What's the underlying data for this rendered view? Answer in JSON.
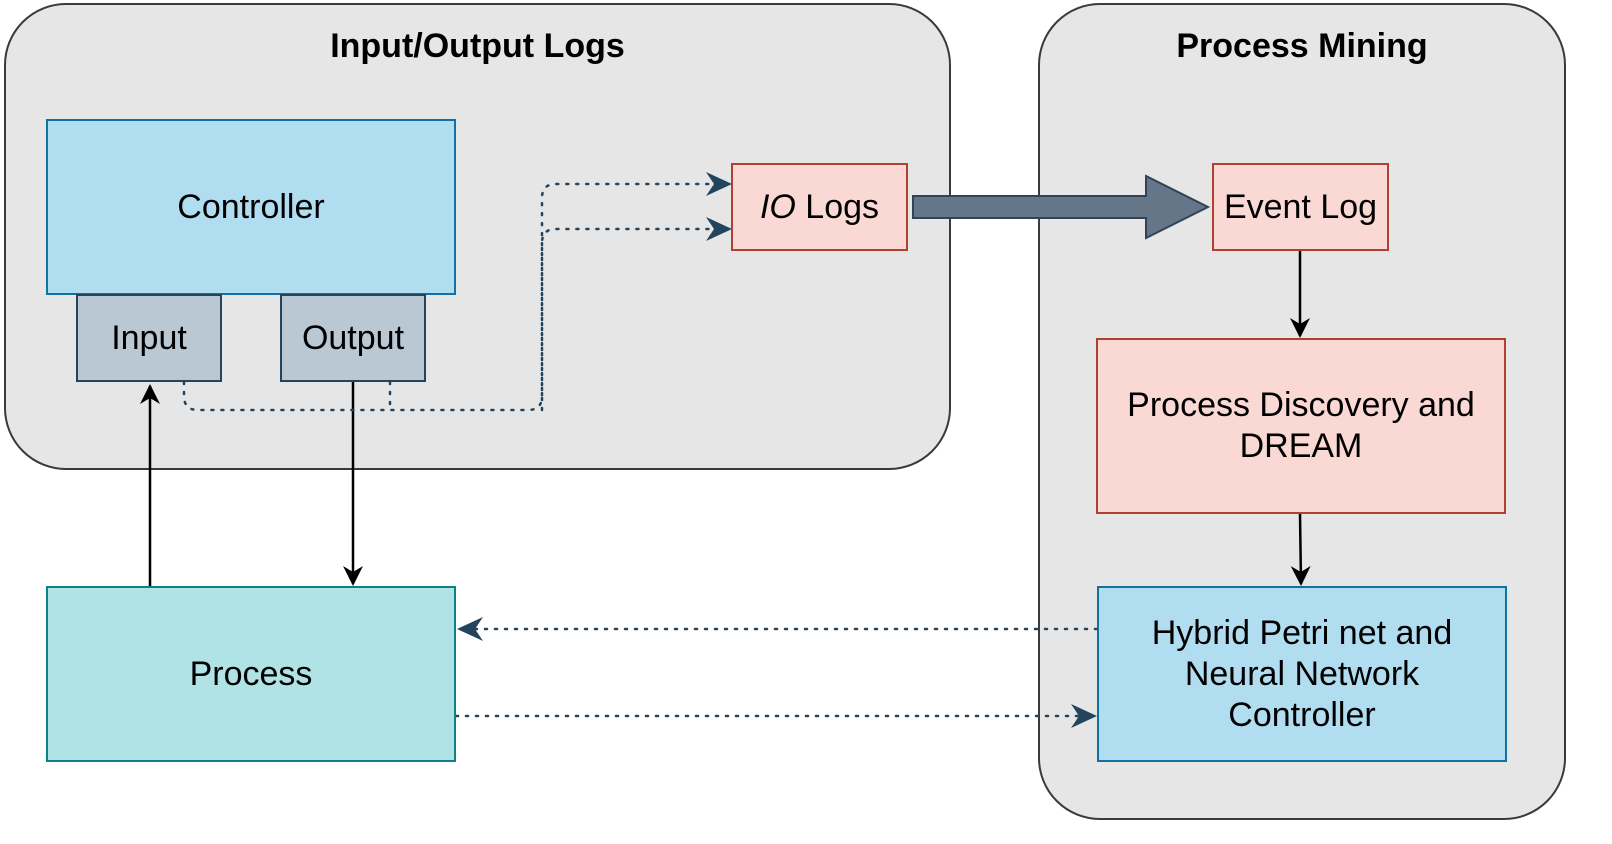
{
  "groups": {
    "io_logs": {
      "title": "Input/Output Logs"
    },
    "process_mining": {
      "title": "Process Mining"
    }
  },
  "nodes": {
    "controller": "Controller",
    "input": "Input",
    "output": "Output",
    "io_logs_prefix": "IO",
    "io_logs_suffix": " Logs",
    "event_log": "Event Log",
    "process_discovery": "Process Discovery and DREAM",
    "hybrid_controller": "Hybrid Petri net and Neural Network Controller",
    "process": "Process"
  },
  "colors": {
    "group_fill": "#e6e6e6",
    "group_stroke": "#3a3a3a",
    "controller_fill": "#b1ddf0",
    "io_port_fill": "#bac8d3",
    "log_fill": "#fad9d5",
    "process_fill": "#b0e3e6",
    "dotted_edge": "#23445d",
    "big_arrow_fill": "#647687"
  }
}
